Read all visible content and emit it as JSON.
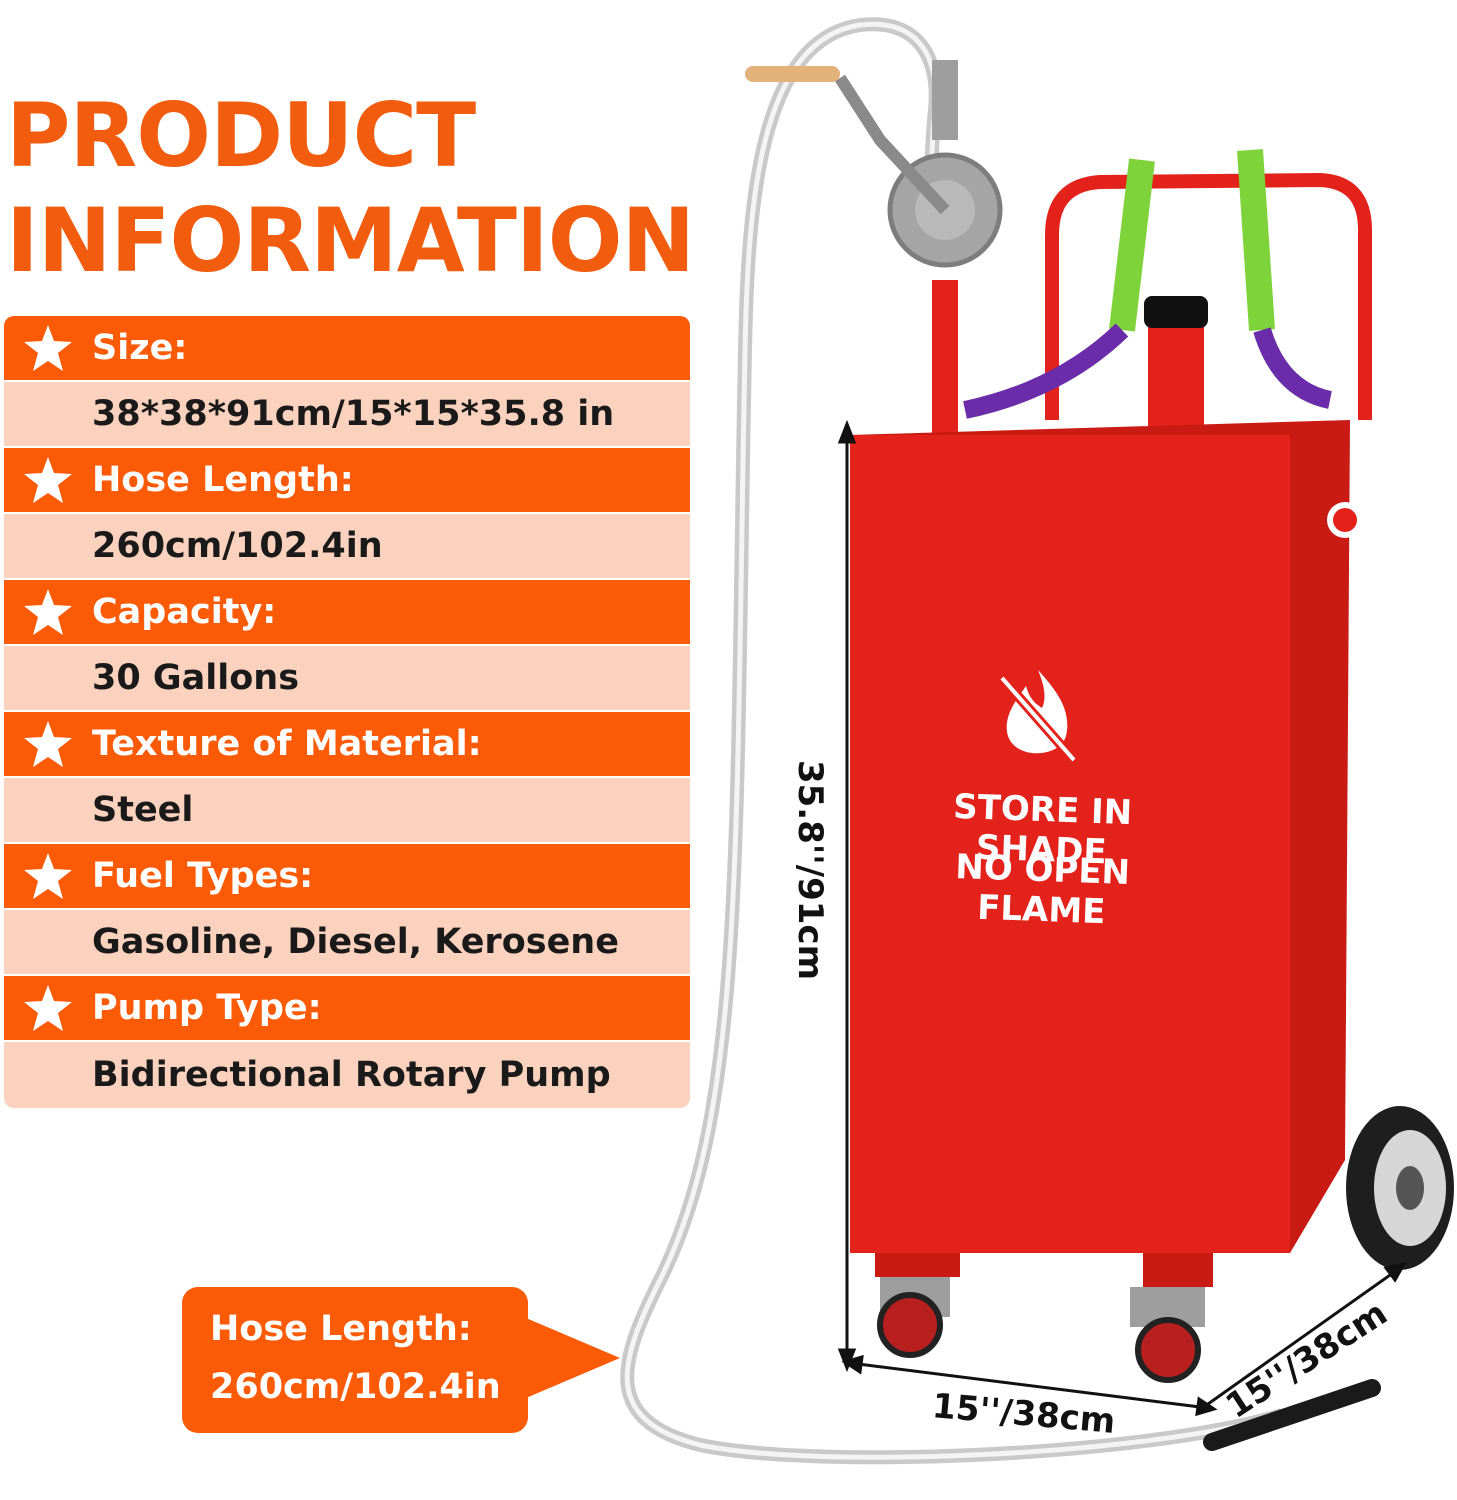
{
  "heading": {
    "line1": "PRODUCT",
    "line2": "INFORMATION"
  },
  "specs": [
    {
      "label": "Size:",
      "value": "38*38*91cm/15*15*35.8 in"
    },
    {
      "label": "Hose Length:",
      "value": "260cm/102.4in"
    },
    {
      "label": "Capacity:",
      "value": "30 Gallons"
    },
    {
      "label": "Texture of Material:",
      "value": "Steel"
    },
    {
      "label": "Fuel Types:",
      "value": "Gasoline, Diesel, Kerosene"
    },
    {
      "label": "Pump Type:",
      "value": "Bidirectional Rotary Pump"
    }
  ],
  "callout": {
    "line1": "Hose Length:",
    "line2": "260cm/102.4in"
  },
  "tank_text": {
    "line1": "STORE IN SHADE",
    "line2": "NO OPEN FLAME"
  },
  "dimensions": {
    "height": "35.8''/91cm",
    "width": "15''/38cm",
    "depth": "15''/38cm"
  },
  "colors": {
    "accent": "#fb5a06",
    "value_row": "#fbd2bd",
    "title": "#f25c0e",
    "tank": "#e3231b"
  },
  "icons": [
    "star-icon",
    "no-flame-icon"
  ]
}
